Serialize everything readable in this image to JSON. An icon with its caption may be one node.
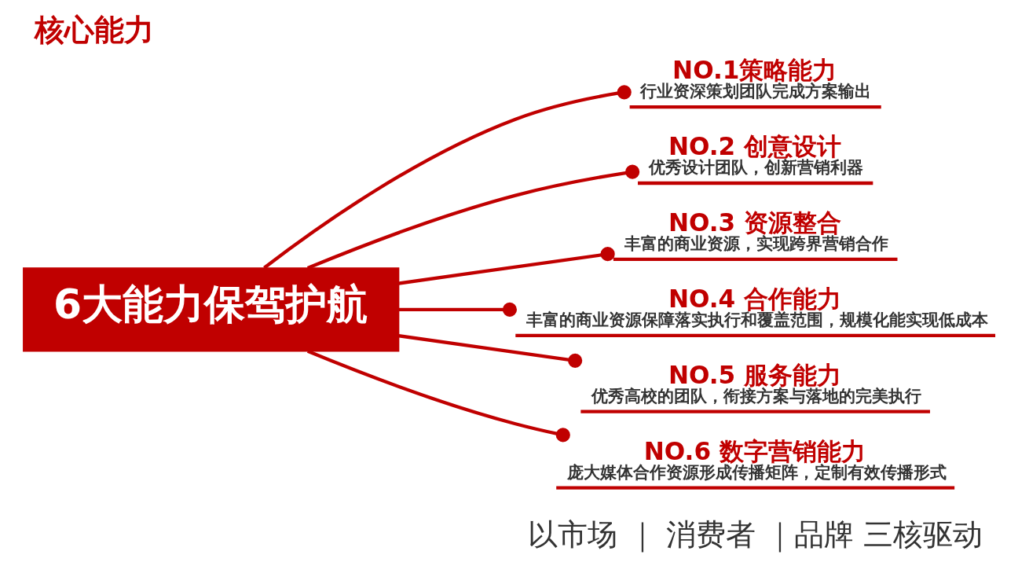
{
  "diagram": {
    "title": "核心能力",
    "nodes": [
      {
        "text": [
          "6大能力保驾护航"
        ]
      },
      {
        "text": [
          "NO.1策略能力",
          "行业资深策划团队完成方案输出"
        ]
      },
      {
        "text": [
          "NO.2 创意设计",
          "优秀设计团队，创新营销利器"
        ]
      },
      {
        "text": [
          "NO.3 资源整合",
          "丰富的商业资源，实现跨界营销合作"
        ]
      },
      {
        "text": [
          "NO.4 合作能力",
          "丰富的商业资源保障落实执行和覆盖范围，规模化能实现低成本"
        ]
      },
      {
        "text": [
          "NO.5 服务能力",
          "优秀高校的团队，衔接方案与落地的完美执行"
        ]
      },
      {
        "text": [
          "NO.6 数字营销能力",
          "庞大媒体合作资源形成传播矩阵，定制有效传播形式"
        ]
      }
    ],
    "edges": [
      {
        "from": 0,
        "to": 1,
        "arrow": "other"
      },
      {
        "from": 0,
        "to": 2,
        "arrow": "other"
      },
      {
        "from": 0,
        "to": 3,
        "arrow": "other"
      },
      {
        "from": 0,
        "to": 4,
        "arrow": "other"
      },
      {
        "from": 0,
        "to": 5,
        "arrow": "other"
      },
      {
        "from": 0,
        "to": 6,
        "arrow": "other"
      }
    ],
    "labels": [
      "以市场 ｜ 消费者 ｜品牌 三核驱动"
    ]
  }
}
